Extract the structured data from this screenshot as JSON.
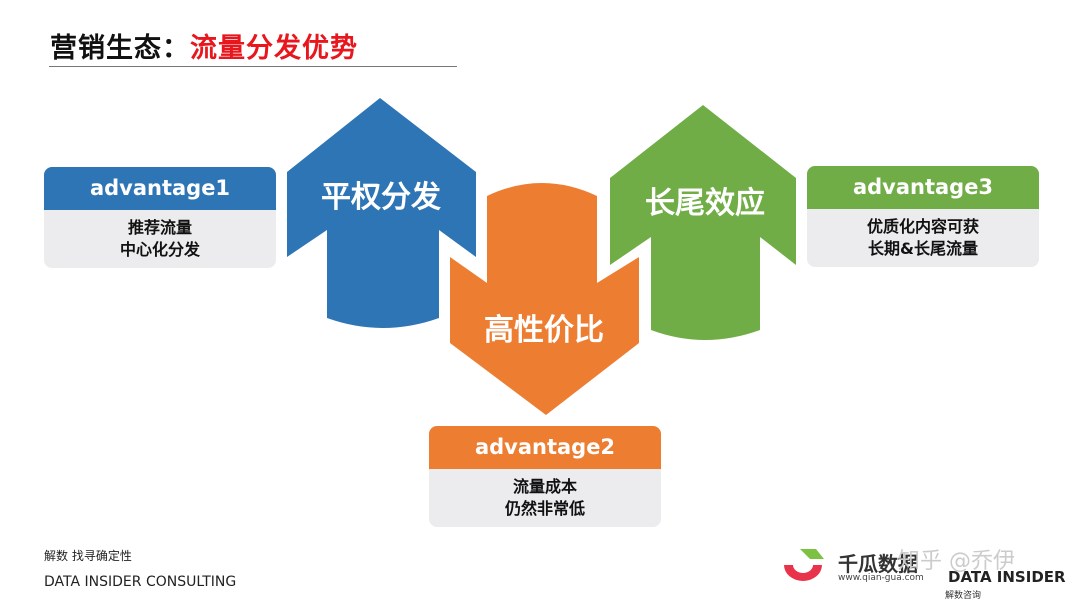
{
  "title": {
    "prefix": "营销生态：",
    "highlight": "流量分发优势"
  },
  "colors": {
    "blue": "#2e75b6",
    "orange": "#ed7d31",
    "green": "#70ad47",
    "title_red": "#e8161d",
    "box_bg": "#ececee"
  },
  "arrows": [
    {
      "label": "平权分发",
      "direction": "up",
      "color": "#2e75b6"
    },
    {
      "label": "高性价比",
      "direction": "down",
      "color": "#ed7d31"
    },
    {
      "label": "长尾效应",
      "direction": "up",
      "color": "#70ad47"
    }
  ],
  "boxes": [
    {
      "header": "advantage1",
      "lines": [
        "推荐流量",
        "中心化分发"
      ]
    },
    {
      "header": "advantage2",
      "lines": [
        "流量成本",
        "仍然非常低"
      ]
    },
    {
      "header": "advantage3",
      "lines": [
        "优质化内容可获",
        "长期&长尾流量"
      ]
    }
  ],
  "footer": {
    "tagline": "解数 找寻确定性",
    "company": "DATA INSIDER CONSULTING"
  },
  "logos": {
    "qiangua_name": "千瓜数据",
    "qiangua_url": "www.qian-gua.com",
    "di_name": "DATA INSIDER",
    "di_sub": "解数咨询",
    "watermark": "知乎 @乔伊"
  }
}
